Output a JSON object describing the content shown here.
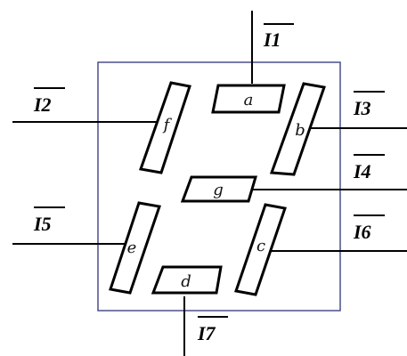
{
  "diagram": {
    "segments": {
      "a": "a",
      "b": "b",
      "c": "c",
      "d": "d",
      "e": "e",
      "f": "f",
      "g": "g"
    },
    "inputs": {
      "i1": "I1",
      "i2": "I2",
      "i3": "I3",
      "i4": "I4",
      "i5": "I5",
      "i6": "I6",
      "i7": "I7"
    },
    "colors": {
      "frame": "#4a4f8a",
      "segment_outline": "#000000",
      "wire": "#000000"
    }
  }
}
